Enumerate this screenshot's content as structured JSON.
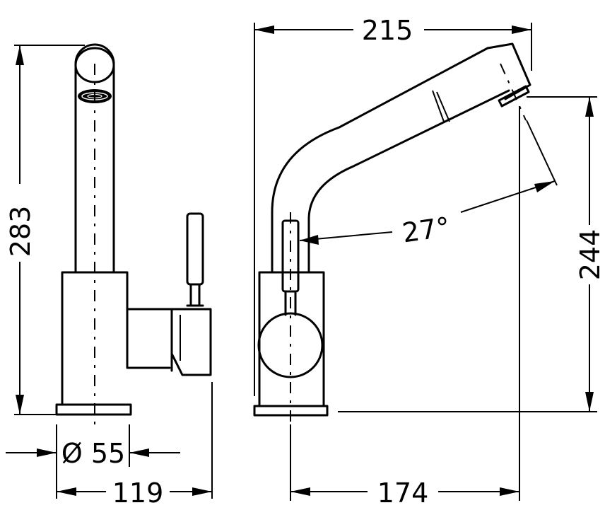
{
  "dimensions": {
    "height_total": "283",
    "height_spout": "244",
    "width_total": "215",
    "spout_reach": "174",
    "base_width": "119",
    "base_diameter": "Ø 55",
    "angle": "27°"
  }
}
